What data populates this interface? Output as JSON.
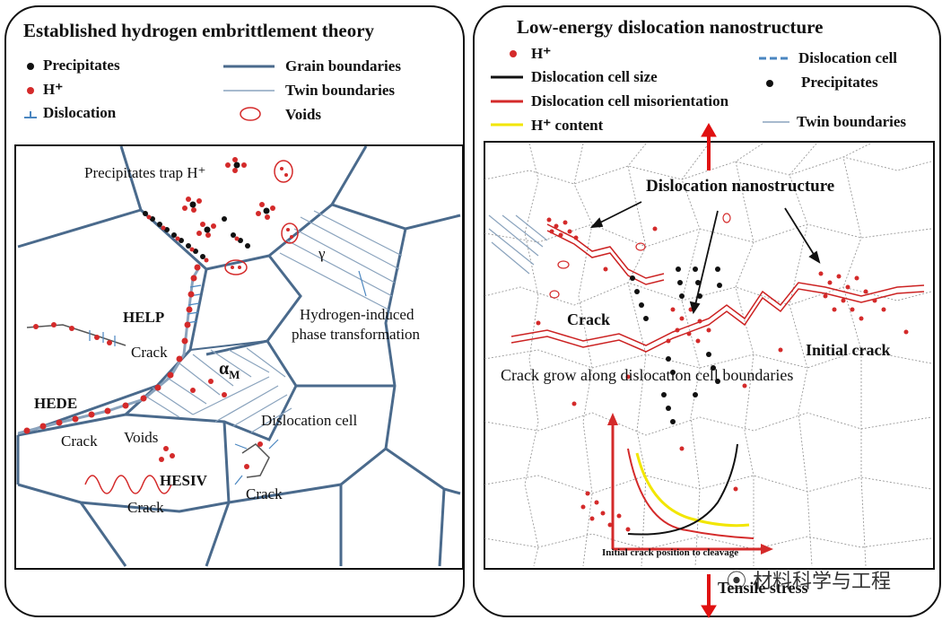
{
  "left": {
    "title": "Established hydrogen embrittlement theory",
    "legend": {
      "precipitates": "Precipitates",
      "h_plus": "H⁺",
      "dislocation": "Dislocation",
      "grain_boundaries": "Grain boundaries",
      "twin_boundaries": "Twin boundaries",
      "voids": "Voids"
    },
    "labels": {
      "precip_trap": "Precipitates trap H⁺",
      "gamma": "γ",
      "hydrogen_induced": "Hydrogen-induced",
      "phase_transformation": "phase transformation",
      "help": "HELP",
      "crack_help": "Crack",
      "alpha_m": "α",
      "alpha_m_sub": "M",
      "hede": "HEDE",
      "crack_hede": "Crack",
      "voids": "Voids",
      "hesiv": "HESIV",
      "crack_hesiv": "Crack",
      "dislocation_cell": "Dislocation cell",
      "crack_cell": "Crack"
    }
  },
  "right": {
    "title": "Low-energy dislocation nanostructure",
    "legend": {
      "h_plus": "H⁺",
      "cell_size": "Dislocation cell size",
      "misorientation": "Dislocation cell misorientation",
      "h_content": "H⁺ content",
      "dislocation_cell": "Dislocation cell",
      "precipitates": "Precipitates",
      "twin_boundaries": "Twin boundaries"
    },
    "labels": {
      "dislocation_nanostructure": "Dislocation nanostructure",
      "crack": "Crack",
      "initial_crack": "Initial crack",
      "crack_grow": "Crack grow along dislocation cell boundaries",
      "initial_crack_position": "Initial crack position to cleavage",
      "tensile_stress": "Tensile stress"
    }
  },
  "watermark": "材料科学与工程",
  "colors": {
    "grain": "#4a6a8c",
    "twin": "#8aa3bd",
    "h_plus": "#d42a2a",
    "misorientation": "#d42a2a",
    "cell_size": "#111111",
    "h_content": "#f2e600",
    "arrow_red": "#e01010"
  }
}
